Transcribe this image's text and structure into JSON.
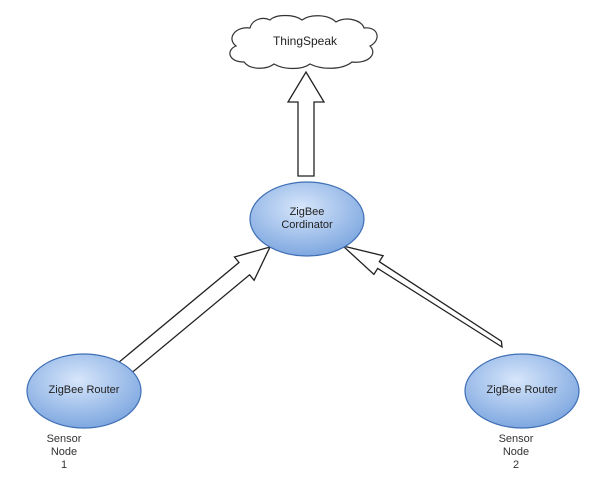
{
  "cloud": {
    "label": "ThingSpeak"
  },
  "coordinator": {
    "line1": "ZigBee",
    "line2": "Cordinator"
  },
  "routers": [
    {
      "label": "ZigBee Router",
      "caption": [
        "Sensor",
        "Node",
        "1"
      ]
    },
    {
      "label": "ZigBee Router",
      "caption": [
        "Sensor",
        "Node",
        "2"
      ]
    }
  ],
  "colors": {
    "node_fill": "#9dbde8",
    "node_edge": "#3f6fb5",
    "arrow_stroke": "#222222",
    "cloud_stroke": "#333333"
  }
}
